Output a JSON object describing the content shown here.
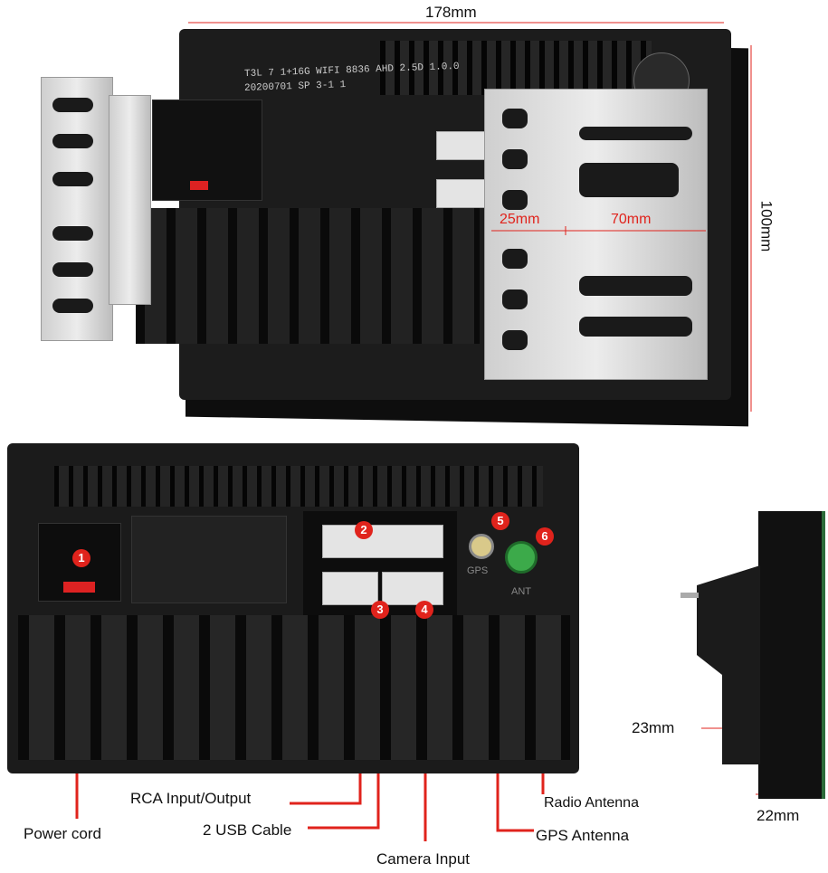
{
  "dimensions": {
    "width": "178mm",
    "height": "100mm",
    "bracket_a": "25mm",
    "bracket_b": "70mm",
    "side_depth": "23mm",
    "side_width": "22mm"
  },
  "stamp": {
    "line1": "T3L 7 1+16G WIFI 8836 AHD 2.5D 1.0.0",
    "line2": "20200701 SP 3-1 1"
  },
  "ports": [
    {
      "number": "1",
      "label": "Power cord"
    },
    {
      "number": "2",
      "label": "RCA Input/Output"
    },
    {
      "number": "3",
      "label": "2 USB Cable"
    },
    {
      "number": "4",
      "label": "Camera Input"
    },
    {
      "number": "5",
      "label": "GPS Antenna"
    },
    {
      "number": "6",
      "label": "Radio Antenna"
    }
  ],
  "port_marks": {
    "gps": "GPS",
    "ant": "ANT"
  },
  "colors": {
    "accent": "#e0231c",
    "unit": "#151515",
    "bracket": "#d0d0d0"
  }
}
